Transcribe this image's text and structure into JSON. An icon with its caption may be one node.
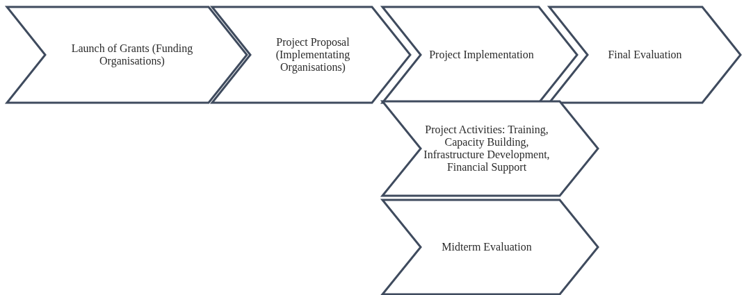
{
  "diagram": {
    "nodes": [
      {
        "text": [
          "Launch of Grants (Funding Organisations)"
        ]
      },
      {
        "text": [
          "Project Proposal (Implementating Organisations)"
        ]
      },
      {
        "text": [
          "Project Implementation"
        ]
      },
      {
        "text": [
          "Final Evaluation"
        ]
      },
      {
        "text": [
          "Project Activities: Training, Capacity Building, Infrastructure Development, Financial Support"
        ]
      },
      {
        "text": [
          "Midterm Evaluation"
        ]
      }
    ]
  }
}
